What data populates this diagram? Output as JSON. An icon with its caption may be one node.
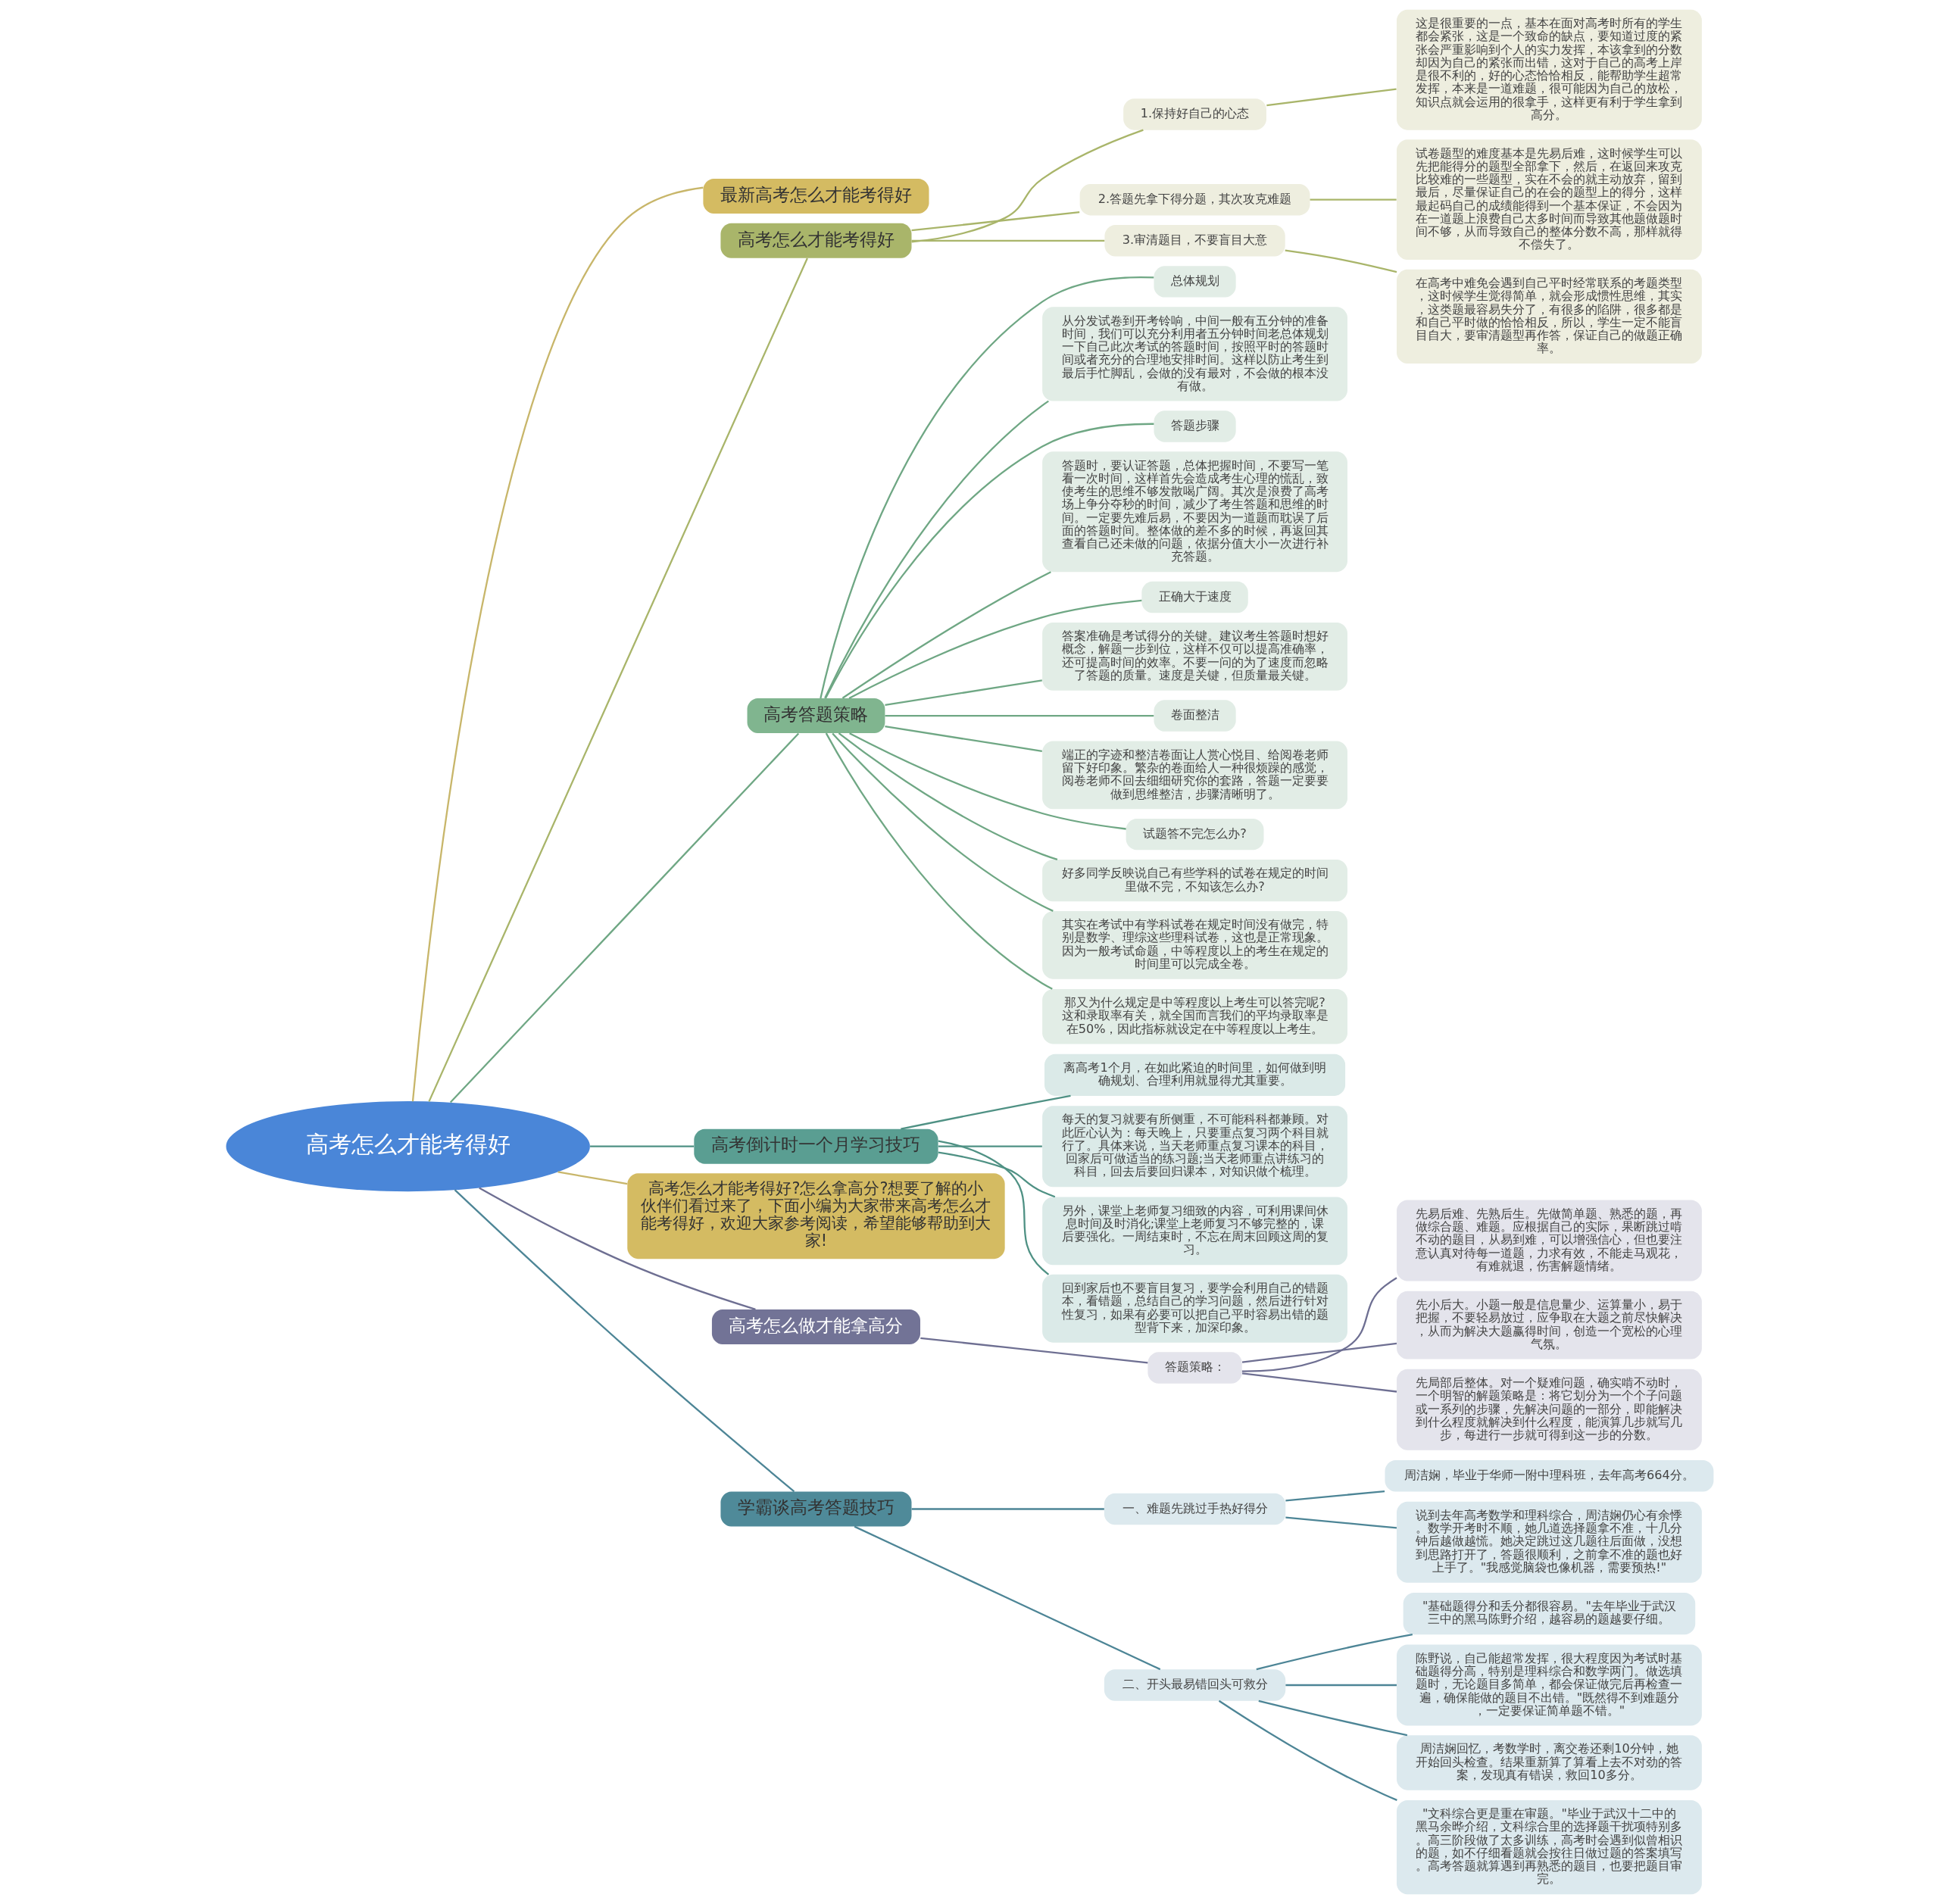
{
  "diagram": {
    "nodes": [
      {
        "text": [
          "高考怎么才能考得好"
        ]
      },
      {
        "text": [
          "最新高考怎么才能考得好"
        ]
      },
      {
        "text": [
          "高考怎么才能考得好"
        ]
      },
      {
        "text": [
          "1.保持好自己的心态"
        ]
      },
      {
        "text": [
          "这是很重要的一点，基本在面对高考时所有的学生都会紧张，这是一个致命的缺点，要知道过度的紧张会严重影响到个人的实力发挥，本该拿到的分数却因为自己的紧张而出错，这对于自己的高考上岸是很不利的，好的心态恰恰相反，能帮助学生超常发挥，本来是一道难题，很可能因为自己的放松，知识点就会运用的很拿手，这样更有利于学生拿到高分。"
        ]
      },
      {
        "text": [
          "2.答题先拿下得分题，其次攻克难题"
        ]
      },
      {
        "text": [
          "试卷题型的难度基本是先易后难，这时候学生可以先把能得分的题型全部拿下，然后，在返回来攻克比较难的一些题型，实在不会的就主动放弃，留到最后，尽量保证自己的在会的题型上的得分，这样最起码自己的成绩能得到一个基本保证，不会因为在一道题上浪费自己太多时间而导致其他题做题时间不够，从而导致自己的整体分数不高，那样就得不偿失了。"
        ]
      },
      {
        "text": [
          "3.审清题目，不要盲目大意"
        ]
      },
      {
        "text": [
          "在高考中难免会遇到自己平时经常联系的考题类型，这时候学生觉得简单，就会形成惯性思维，其实，这类题最容易失分了，有很多的陷阱，很多都是和自己平时做的恰恰相反，所以，学生一定不能盲目自大，要审清题型再作答，保证自己的做题正确率。"
        ]
      },
      {
        "text": [
          "高考答题策略"
        ]
      },
      {
        "text": [
          "总体规划"
        ]
      },
      {
        "text": [
          "从分发试卷到开考铃响，中间一般有五分钟的准备时间，我们可以充分利用者五分钟时间老总体规划一下自己此次考试的答题时间，按照平时的答题时间或者充分的合理地安排时间。这样以防止考生到最后手忙脚乱，会做的没有最对，不会做的根本没有做。"
        ]
      },
      {
        "text": [
          "答题步骤"
        ]
      },
      {
        "text": [
          "答题时，要认证答题，总体把握时间，不要写一笔看一次时间，这样首先会造成考生心理的慌乱，致使考生的思维不够发散喝广阔。其次是浪费了高考场上争分夺秒的时间，减少了考生答题和思维的时间。一定要先难后易，不要因为一道题而耽误了后面的答题时间。整体做的差不多的时候，再返回其查看自己还未做的问题，依据分值大小一次进行补充答题。"
        ]
      },
      {
        "text": [
          "正确大于速度"
        ]
      },
      {
        "text": [
          "答案准确是考试得分的关键。建议考生答题时想好概念，解题一步到位，这样不仅可以提高准确率，还可提高时间的效率。不要一问的为了速度而忽略了答题的质量。速度是关键，但质量最关键。"
        ]
      },
      {
        "text": [
          "卷面整洁"
        ]
      },
      {
        "text": [
          "端正的字迹和整洁卷面让人赏心悦目、给阅卷老师留下好印象。繁杂的卷面给人一种很烦躁的感觉，阅卷老师不回去细细研究你的套路，答题一定要要做到思维整洁，步骤清晰明了。"
        ]
      },
      {
        "text": [
          "试题答不完怎么办?"
        ]
      },
      {
        "text": [
          "好多同学反映说自己有些学科的试卷在规定的时间里做不完，不知该怎么办?"
        ]
      },
      {
        "text": [
          "其实在考试中有学科试卷在规定时间没有做完，特别是数学、理综这些理科试卷，这也是正常现象。因为一般考试命题，中等程度以上的考生在规定的时间里可以完成全卷。"
        ]
      },
      {
        "text": [
          "那又为什么规定是中等程度以上考生可以答完呢?这和录取率有关，就全国而言我们的平均录取率是在50%，因此指标就设定在中等程度以上考生。"
        ]
      },
      {
        "text": [
          "高考倒计时一个月学习技巧"
        ]
      },
      {
        "text": [
          "离高考1个月，在如此紧迫的时间里，如何做到明确规划、合理利用就显得尤其重要。"
        ]
      },
      {
        "text": [
          "每天的复习就要有所侧重，不可能科科都兼顾。对此匠心认为：每天晚上，只要重点复习两个科目就行了。具体来说，当天老师重点复习课本的科目，回家后可做适当的练习题;当天老师重点讲练习的科目，回去后要回归课本，对知识做个梳理。"
        ]
      },
      {
        "text": [
          "另外，课堂上老师复习细致的内容，可利用课间休息时间及时消化;课堂上老师复习不够完整的，课后要强化。一周结束时，不忘在周末回顾这周的复习。"
        ]
      },
      {
        "text": [
          "回到家后也不要盲目复习，要学会利用自己的错题本，看错题，总结自己的学习问题，然后进行针对性复习，如果有必要可以把自己平时容易出错的题型背下来，加深印象。"
        ]
      },
      {
        "text": [
          "高考怎么才能考得好?怎么拿高分?想要了解的小伙伴们看过来了，下面小编为大家带来高考怎么才能考得好，欢迎大家参考阅读，希望能够帮助到大家!"
        ]
      },
      {
        "text": [
          "高考怎么做才能拿高分"
        ]
      },
      {
        "text": [
          "答题策略："
        ]
      },
      {
        "text": [
          "先易后难、先熟后生。先做简单题、熟悉的题，再做综合题、难题。应根据自己的实际，果断跳过啃不动的题目，从易到难，可以增强信心，但也要注意认真对待每一道题，力求有效，不能走马观花，有难就退，伤害解题情绪。"
        ]
      },
      {
        "text": [
          "先小后大。小题一般是信息量少、运算量小，易于把握，不要轻易放过，应争取在大题之前尽快解决，从而为解决大题赢得时间，创造一个宽松的心理气氛。"
        ]
      },
      {
        "text": [
          "先局部后整体。对一个疑难问题，确实啃不动时，一个明智的解题策略是：将它划分为一个个子问题或一系列的步骤，先解决问题的一部分，即能解决到什么程度就解决到什么程度，能演算几步就写几步，每进行一步就可得到这一步的分数。"
        ]
      },
      {
        "text": [
          "学霸谈高考答题技巧"
        ]
      },
      {
        "text": [
          "一、难题先跳过手热好得分"
        ]
      },
      {
        "text": [
          "周洁娴，毕业于华师一附中理科班，去年高考664分。"
        ]
      },
      {
        "text": [
          "说到去年高考数学和理科综合，周洁娴仍心有余悸。数学开考时不顺，她几道选择题拿不准，十几分钟后越做越慌。她决定跳过这几题往后面做，没想到思路打开了，答题很顺利，之前拿不准的题也好上手了。\"我感觉脑袋也像机器，需要预热!\""
        ]
      },
      {
        "text": [
          "二、开头最易错回头可救分"
        ]
      },
      {
        "text": [
          "\"基础题得分和丢分都很容易。\"去年毕业于武汉三中的黑马陈野介绍，越容易的题越要仔细。"
        ]
      },
      {
        "text": [
          "陈野说，自己能超常发挥，很大程度因为考试时基础题得分高，特别是理科综合和数学两门。做选填题时，无论题目多简单，都会保证做完后再检查一遍，确保能做的题目不出错。\"既然得不到难题分，一定要保证简单题不错。\""
        ]
      },
      {
        "text": [
          "周洁娴回忆，考数学时，离交卷还剩10分钟，她开始回头检查。结果重新算了算看上去不对劲的答案，发现真有错误，救回10多分。"
        ]
      },
      {
        "text": [
          "\"文科综合更是重在审题。\"毕业于武汉十二中的黑马余晔介绍，文科综合里的选择题干扰项特别多。高三阶段做了太多训练，高考时会遇到似曾相识的题，如不仔细看题就会按往日做过题的答案填写。高考答题就算遇到再熟悉的题目，也要把题目审完。"
        ]
      }
    ],
    "edges": [
      {
        "from": 0,
        "to": 1,
        "arrow": "none",
        "color": "#c8b66a"
      },
      {
        "from": 0,
        "to": 2,
        "arrow": "none",
        "color": "#a9b56a"
      },
      {
        "from": 2,
        "to": 3,
        "arrow": "none",
        "color": "#a9b56a"
      },
      {
        "from": 3,
        "to": 4,
        "arrow": "none",
        "color": "#a9b56a"
      },
      {
        "from": 2,
        "to": 5,
        "arrow": "none",
        "color": "#a9b56a"
      },
      {
        "from": 5,
        "to": 6,
        "arrow": "none",
        "color": "#a9b56a"
      },
      {
        "from": 2,
        "to": 7,
        "arrow": "none",
        "color": "#a9b56a"
      },
      {
        "from": 7,
        "to": 8,
        "arrow": "none",
        "color": "#a9b56a"
      },
      {
        "from": 0,
        "to": 9,
        "arrow": "none"
      },
      {
        "from": 9,
        "to": 10,
        "arrow": "none"
      },
      {
        "from": 9,
        "to": 11,
        "arrow": "none"
      },
      {
        "from": 9,
        "to": 12,
        "arrow": "none"
      },
      {
        "from": 9,
        "to": 13,
        "arrow": "none"
      },
      {
        "from": 9,
        "to": 14,
        "arrow": "none"
      },
      {
        "from": 9,
        "to": 15,
        "arrow": "none"
      },
      {
        "from": 9,
        "to": 16,
        "arrow": "none"
      },
      {
        "from": 9,
        "to": 17,
        "arrow": "none"
      },
      {
        "from": 9,
        "to": 18,
        "arrow": "none"
      },
      {
        "from": 9,
        "to": 19,
        "arrow": "none"
      },
      {
        "from": 9,
        "to": 20,
        "arrow": "none"
      },
      {
        "from": 9,
        "to": 21,
        "arrow": "none"
      },
      {
        "from": 0,
        "to": 22,
        "arrow": "none",
        "color": "#4f9184"
      },
      {
        "from": 22,
        "to": 23,
        "arrow": "none",
        "color": "#4f9184"
      },
      {
        "from": 22,
        "to": 24,
        "arrow": "none",
        "color": "#4f9184"
      },
      {
        "from": 22,
        "to": 25,
        "arrow": "none",
        "color": "#4f9184"
      },
      {
        "from": 22,
        "to": 26,
        "arrow": "none",
        "color": "#4f9184"
      },
      {
        "from": 0,
        "to": 27,
        "arrow": "none",
        "color": "#c8b66a"
      },
      {
        "from": 0,
        "to": 28,
        "arrow": "none",
        "color": "#6e6f92"
      },
      {
        "from": 28,
        "to": 29,
        "arrow": "none",
        "color": "#6e6f92"
      },
      {
        "from": 29,
        "to": 30,
        "arrow": "none",
        "color": "#6e6f92"
      },
      {
        "from": 29,
        "to": 31,
        "arrow": "none",
        "color": "#6e6f92"
      },
      {
        "from": 29,
        "to": 32,
        "arrow": "none",
        "color": "#6e6f92"
      },
      {
        "from": 0,
        "to": 33,
        "arrow": "none",
        "color": "#4d8596"
      },
      {
        "from": 33,
        "to": 34,
        "arrow": "none",
        "color": "#4d8596"
      },
      {
        "from": 34,
        "to": 35,
        "arrow": "none",
        "color": "#4d8596"
      },
      {
        "from": 34,
        "to": 36,
        "arrow": "none",
        "color": "#4d8596"
      },
      {
        "from": 33,
        "to": 37,
        "arrow": "none",
        "color": "#4d8596"
      },
      {
        "from": 37,
        "to": 38,
        "arrow": "none",
        "color": "#4d8596"
      },
      {
        "from": 37,
        "to": 39,
        "arrow": "none",
        "color": "#4d8596"
      },
      {
        "from": 37,
        "to": 40,
        "arrow": "none",
        "color": "#4d8596"
      },
      {
        "from": 37,
        "to": 41,
        "arrow": "none",
        "color": "#4d8596"
      }
    ]
  }
}
